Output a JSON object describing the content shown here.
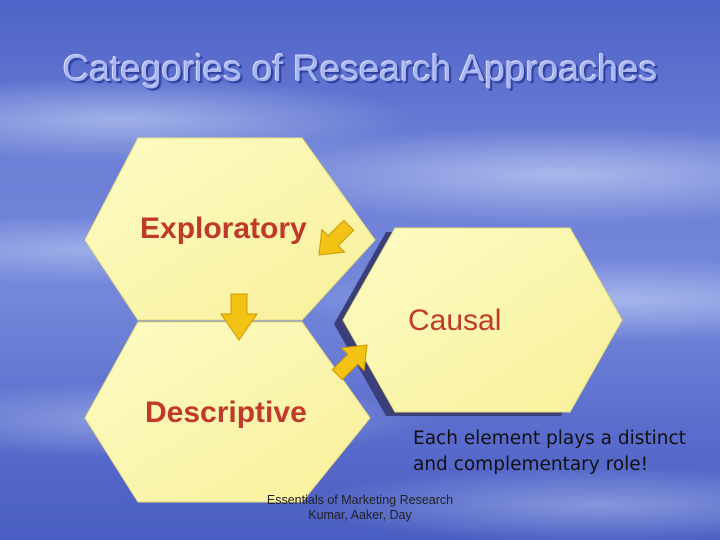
{
  "slide": {
    "title": "Categories of Research Approaches",
    "nodes": {
      "exploratory": "Exploratory",
      "causal": "Causal",
      "descriptive": "Descriptive"
    },
    "note_line1": "Each element plays a distinct",
    "note_line2": "and complementary role!",
    "citation_line1": "Essentials of Marketing Research",
    "citation_line2": "Kumar, Aaker, Day"
  },
  "colors": {
    "hex_fill": "#fcf7a8",
    "hex_label": "#c0392b",
    "arrow": "#f2c315",
    "title": "#a9b6f2"
  }
}
